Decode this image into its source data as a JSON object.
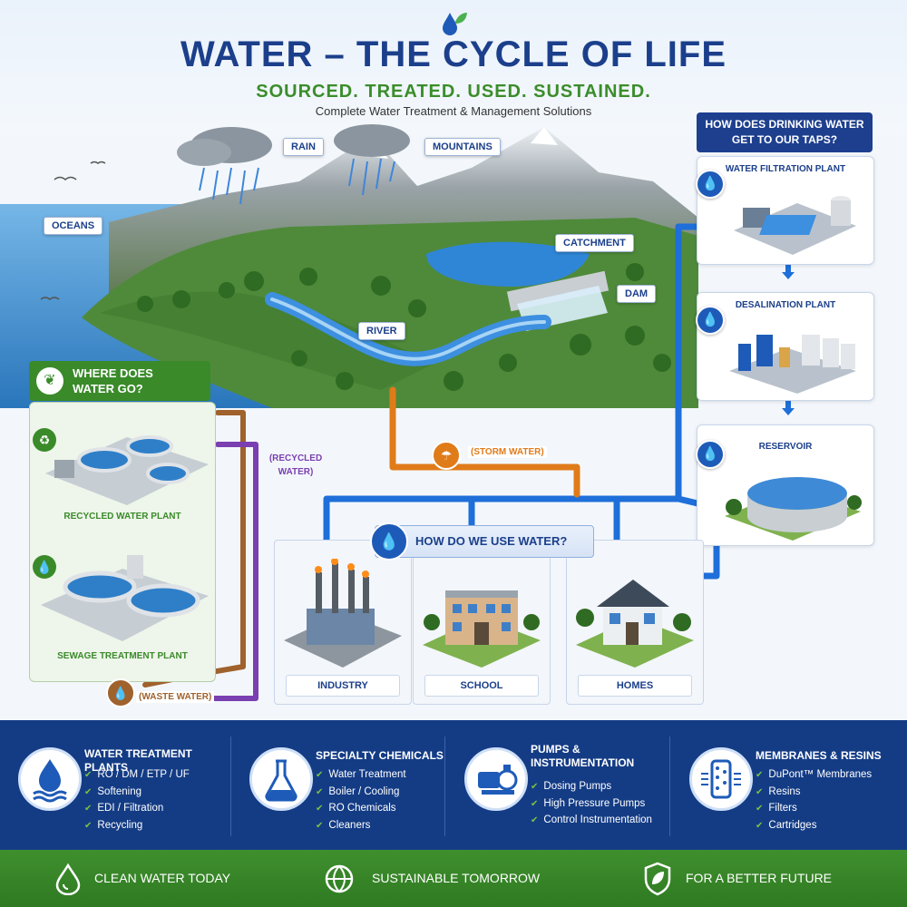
{
  "header": {
    "title": "WATER – THE CYCLE OF LIFE",
    "tagline": "SOURCED. TREATED. USED. SUSTAINED.",
    "subtitle": "Complete Water Treatment & Management Solutions"
  },
  "landscape": {
    "labels": {
      "rain": "RAIN",
      "mountains": "MOUNTAINS",
      "oceans": "OCEANS",
      "catchment": "CATCHMENT",
      "dam": "DAM",
      "river": "RIVER"
    }
  },
  "drinking": {
    "heading": "HOW DOES DRINKING WATER GET TO OUR TAPS?",
    "steps": [
      {
        "label": "WATER FILTRATION PLANT",
        "icon": "water-drop-icon"
      },
      {
        "label": "DESALINATION PLANT",
        "icon": "water-drop-icon"
      },
      {
        "label": "RESERVOIR",
        "icon": "water-drop-icon"
      }
    ]
  },
  "where": {
    "heading": "WHERE DOES WATER GO?",
    "plants": [
      {
        "label": "RECYCLED WATER PLANT",
        "icon": "recycle-icon"
      },
      {
        "label": "SEWAGE TREATMENT PLANT",
        "icon": "water-drop-icon"
      }
    ],
    "recycled_label": "(RECYCLED WATER)",
    "waste_label": "(WASTE WATER)",
    "storm_label": "(STORM WATER)"
  },
  "use": {
    "heading": "HOW DO WE USE WATER?",
    "items": [
      {
        "label": "INDUSTRY"
      },
      {
        "label": "SCHOOL"
      },
      {
        "label": "HOMES"
      }
    ]
  },
  "services": [
    {
      "title": "WATER TREATMENT PLANTS",
      "icon": "water-drop-waves-icon",
      "items": [
        "RO / DM / ETP / UF",
        "Softening",
        "EDI / Filtration",
        "Recycling"
      ]
    },
    {
      "title": "SPECIALTY CHEMICALS",
      "icon": "flask-icon",
      "items": [
        "Water Treatment",
        "Boiler / Cooling",
        "RO Chemicals",
        "Cleaners"
      ]
    },
    {
      "title": "PUMPS & INSTRUMENTATION",
      "icon": "pump-icon",
      "items": [
        "Dosing Pumps",
        "High Pressure Pumps",
        "Control Instrumentation"
      ]
    },
    {
      "title": "MEMBRANES & RESINS",
      "icon": "membrane-icon",
      "items": [
        "DuPont™ Membranes",
        "Resins",
        "Filters",
        "Cartridges"
      ]
    }
  ],
  "footer": [
    {
      "label": "CLEAN WATER TODAY",
      "icon": "water-drop-icon"
    },
    {
      "label": "SUSTAINABLE TOMORROW",
      "icon": "globe-icon"
    },
    {
      "label": "FOR A BETTER FUTURE",
      "icon": "shield-leaf-icon"
    }
  ],
  "colors": {
    "brand_blue": "#1b3f8b",
    "accent_green": "#3b8d2b",
    "pipe_blue": "#1e6fd9",
    "pipe_orange": "#e07b1a",
    "pipe_purple": "#7a3fb0",
    "pipe_brown": "#a0622d"
  }
}
